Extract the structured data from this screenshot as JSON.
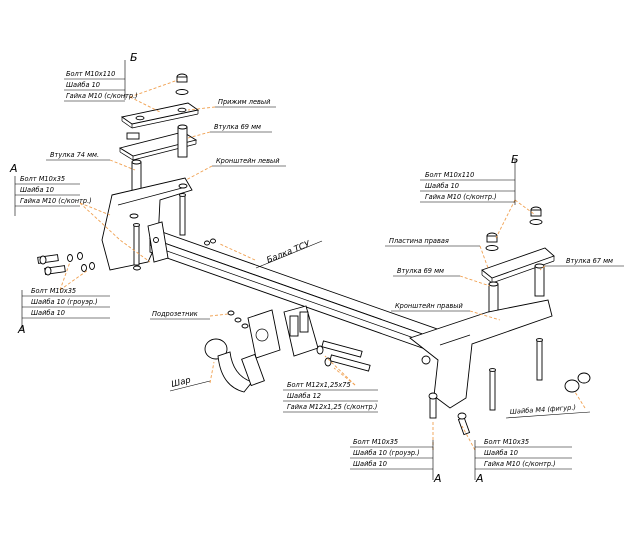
{
  "colors": {
    "ink": "#000000",
    "leader": "#f0a050",
    "paper": "#ffffff"
  },
  "labels": {
    "sect_b_left": "Б",
    "sect_b_right": "Б",
    "sect_a_left_top": "А",
    "sect_a_left_bottom": "А",
    "sect_a_bottom_mid": "А",
    "sect_a_bottom_right": "А",
    "b1_l1": "Болт М10х110",
    "b1_l2": "Шайба 10",
    "b1_l3": "Гайка М10 (с/контр.)",
    "prizhim_left": "Прижим левый",
    "vtulka_69_left": "Втулка 69 мм",
    "vtulka_74": "Втулка 74 мм.",
    "kronshtein_left": "Кронштейн левый",
    "a1_l1": "Болт М10х35",
    "a1_l2": "Шайба 10",
    "a1_l3": "Гайка М10 (с/контр.)",
    "a2_l1": "Болт М10х35",
    "a2_l2": "Шайба 10 (гроуэр.)",
    "a2_l3": "Шайба 10",
    "balka": "Балка ТСУ",
    "podrozetnik": "Подрозетник",
    "shar": "Шар",
    "m12_l1": "Болт М12х1,25х75",
    "m12_l2": "Шайба 12",
    "m12_l3": "Гайка М12х1,25 (с/контр.)",
    "b2_l1": "Болт М10х110",
    "b2_l2": "Шайба 10",
    "b2_l3": "Гайка М10 (с/контр.)",
    "plastina_right": "Пластина правая",
    "vtulka_69_right": "Втулка 69 мм",
    "vtulka_67": "Втулка 67 мм",
    "kronshtein_right": "Кронштейн правый",
    "shaiba_m4": "Шайба М4 (фигур.)",
    "a3_l1": "Болт М10х35",
    "a3_l2": "Шайба 10 (гроуэр.)",
    "a3_l3": "Шайба 10",
    "a4_l1": "Болт М10х35",
    "a4_l2": "Шайба 10",
    "a4_l3": "Гайка М10 (с/контр.)"
  }
}
